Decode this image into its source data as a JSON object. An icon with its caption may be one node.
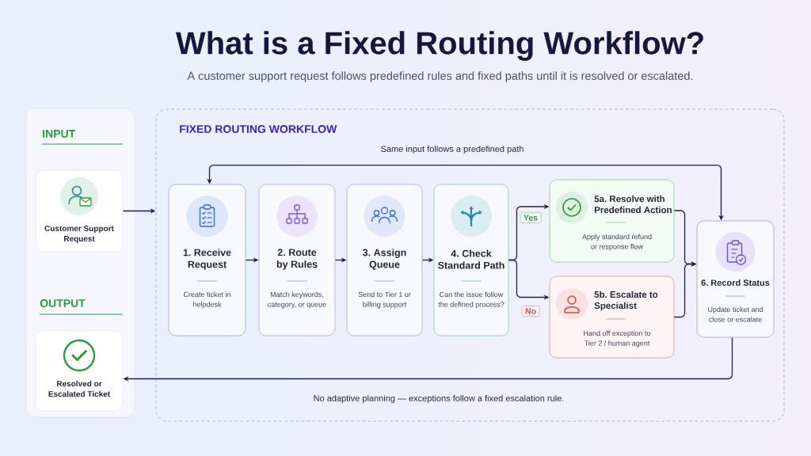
{
  "diagram": {
    "title": "What is a Fixed Routing Workflow?",
    "nodes": [
      {
        "text": [
          "INPUT",
          "OUTPUT"
        ]
      },
      {
        "text": [
          "Customer Support Request"
        ],
        "in": 0
      },
      {
        "text": [
          "Resolved or Escalated Ticket"
        ],
        "in": 0
      },
      {
        "text": [
          "FIXED ROUTING WORKFLOW"
        ]
      },
      {
        "text": [
          "1. Receive Request",
          "Create ticket in helpdesk"
        ],
        "in": 3
      },
      {
        "text": [
          "2. Route by Rules",
          "Match keywords, category, or queue"
        ],
        "in": 3
      },
      {
        "text": [
          "3. Assign Queue",
          "Send to Tier 1 or billing support"
        ],
        "in": 3
      },
      {
        "text": [
          "4. Check Standard Path",
          "Can the issue follow the defined process?"
        ],
        "in": 3
      },
      {
        "text": [
          "5a. Resolve with Predefined Action",
          "Apply standard refund or response flow"
        ],
        "in": 3
      },
      {
        "text": [
          "5b. Escalate to Specialist",
          "Hand off exception to Tier 2 / human agent"
        ],
        "in": 3
      },
      {
        "text": [
          "6. Record Status",
          "Update ticket and close or escalate"
        ],
        "in": 3
      }
    ],
    "edges": [
      {
        "from": 1,
        "to": 3,
        "arrow": "to"
      },
      {
        "from": 4,
        "to": 5,
        "arrow": "to"
      },
      {
        "from": 5,
        "to": 6,
        "arrow": "to"
      },
      {
        "from": 6,
        "to": 7,
        "arrow": "to"
      },
      {
        "from": 7,
        "to": 8,
        "arrow": "to",
        "label": "Yes"
      },
      {
        "from": 7,
        "to": 9,
        "arrow": "to",
        "label": "No"
      },
      {
        "from": 8,
        "to": 10,
        "arrow": "to"
      },
      {
        "from": 9,
        "to": 10,
        "arrow": "to"
      },
      {
        "from": 4,
        "to": 10,
        "arrow": "both",
        "label": "Same input follows a predefined path"
      },
      {
        "from": 10,
        "to": 2,
        "arrow": "to"
      }
    ],
    "labels": [
      "A customer support request follows predefined rules and fixed paths until it is resolved or escalated.",
      "No adaptive planning — exceptions follow a fixed escalation rule."
    ]
  }
}
